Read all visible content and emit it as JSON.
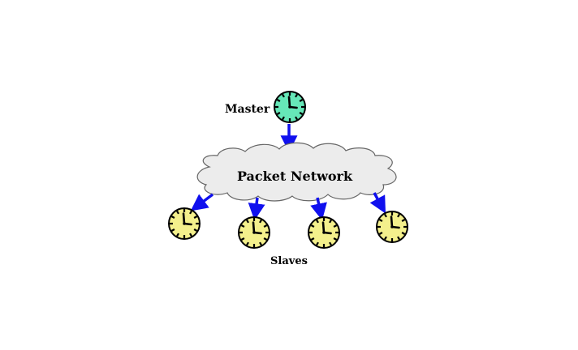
{
  "diagram": {
    "master_label": "Master",
    "network_label": "Packet Network",
    "slaves_label": "Slaves"
  },
  "colors": {
    "master_clock": "#66e8b8",
    "slave_clock": "#f4f08c",
    "cloud_fill": "#ececec",
    "arrow": "#1010ee"
  }
}
